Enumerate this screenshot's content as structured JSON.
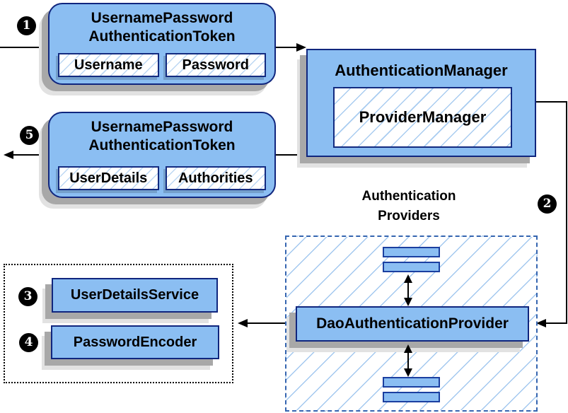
{
  "badges": {
    "one": "1",
    "two": "2",
    "three": "3",
    "four": "4",
    "five": "5"
  },
  "request_token": {
    "title_line1": "UsernamePassword",
    "title_line2": "AuthenticationToken",
    "fields": [
      "Username",
      "Password"
    ]
  },
  "authentication_manager": {
    "title": "AuthenticationManager",
    "provider_manager": "ProviderManager"
  },
  "result_token": {
    "title_line1": "UsernamePassword",
    "title_line2": "AuthenticationToken",
    "fields": [
      "UserDetails",
      "Authorities"
    ]
  },
  "authentication_providers": {
    "heading_line1": "Authentication",
    "heading_line2": "Providers",
    "dao_provider": "DaoAuthenticationProvider"
  },
  "collaborators": {
    "user_details_service": "UserDetailsService",
    "password_encoder": "PasswordEncoder"
  },
  "colors": {
    "box_fill": "#8BBEF2",
    "box_border": "#10267E",
    "hatch_line": "#A9CCF0",
    "dashed_border": "#3565B0",
    "shadow": "#A8A8A8",
    "connector": "#000000"
  }
}
